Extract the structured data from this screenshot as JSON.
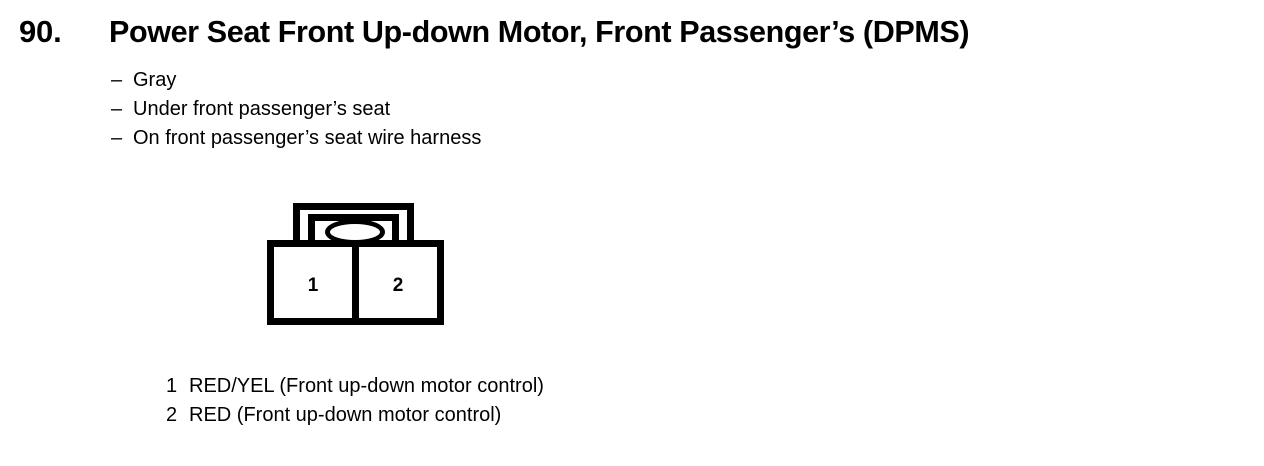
{
  "page": {
    "background_color": "#ffffff",
    "ink_color": "#000000"
  },
  "header": {
    "number": "90.",
    "title": "Power Seat Front Up-down Motor, Front Passenger’s (DPMS)"
  },
  "details": {
    "bullet_marker": "–",
    "items": [
      {
        "label": "Gray"
      },
      {
        "label": "Under front passenger’s seat"
      },
      {
        "label": "On front passenger’s seat wire harness"
      }
    ]
  },
  "connector": {
    "name": "2-pin connector",
    "pins": [
      {
        "number": "1"
      },
      {
        "number": "2"
      }
    ]
  },
  "pin_legend": [
    {
      "number": "1",
      "description": "RED/YEL (Front up-down motor control)"
    },
    {
      "number": "2",
      "description": "RED (Front up-down motor control)"
    }
  ]
}
